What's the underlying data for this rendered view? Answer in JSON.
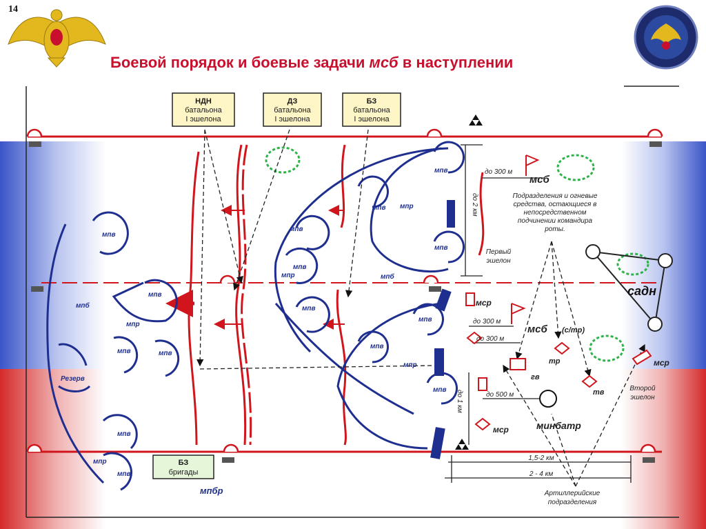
{
  "slide": {
    "number": "14"
  },
  "title": {
    "prefix": "Боевой порядок и боевые задачи ",
    "italic": "мсб",
    "suffix": " в наступлении"
  },
  "colors": {
    "red": "#d0161c",
    "blue": "#1f2f8f",
    "green": "#2db34a",
    "flag_white": "#ffffff",
    "flag_blue": "#3a55c8",
    "flag_red": "#d42a2a"
  },
  "boxes": {
    "ndn": [
      "НДН",
      "батальона",
      "I эшелона"
    ],
    "dz": [
      "ДЗ",
      "батальона",
      "I эшелона"
    ],
    "bz": [
      "БЗ",
      "батальона",
      "I эшелона"
    ],
    "bz_brigade": [
      "БЗ",
      "бригады"
    ]
  },
  "labels": {
    "mpv": "мпв",
    "mpr": "мпр",
    "mpb": "мпб",
    "reserve": "Резерв",
    "mpbr": "мпбр",
    "msb": "мсб",
    "msb_stp": "(с/тр)",
    "msr": "мср",
    "tr": "тр",
    "tv": "тв",
    "gv": "гв",
    "sadn": "садн",
    "minbatr": "минбатр",
    "first_echelon": [
      "Первый",
      "эшелон"
    ],
    "second_echelon": [
      "Второй",
      "эшелон"
    ],
    "note_units": [
      "Подразделения и огневые",
      "средства, остающиеся в",
      "непосредственном",
      "подчинении командира",
      "роты."
    ],
    "artillery": [
      "Артиллерийские",
      "подразделения"
    ]
  },
  "distances": {
    "d300_top": "до 300 м",
    "d2km": "до 2 км",
    "d300_mid": "до 300 м",
    "d300_low": "до 300 м",
    "d500": "до 500 м",
    "d1km": "до 1 км",
    "d15_2": "1,5-2 км",
    "d2_4": "2 - 4 км"
  }
}
